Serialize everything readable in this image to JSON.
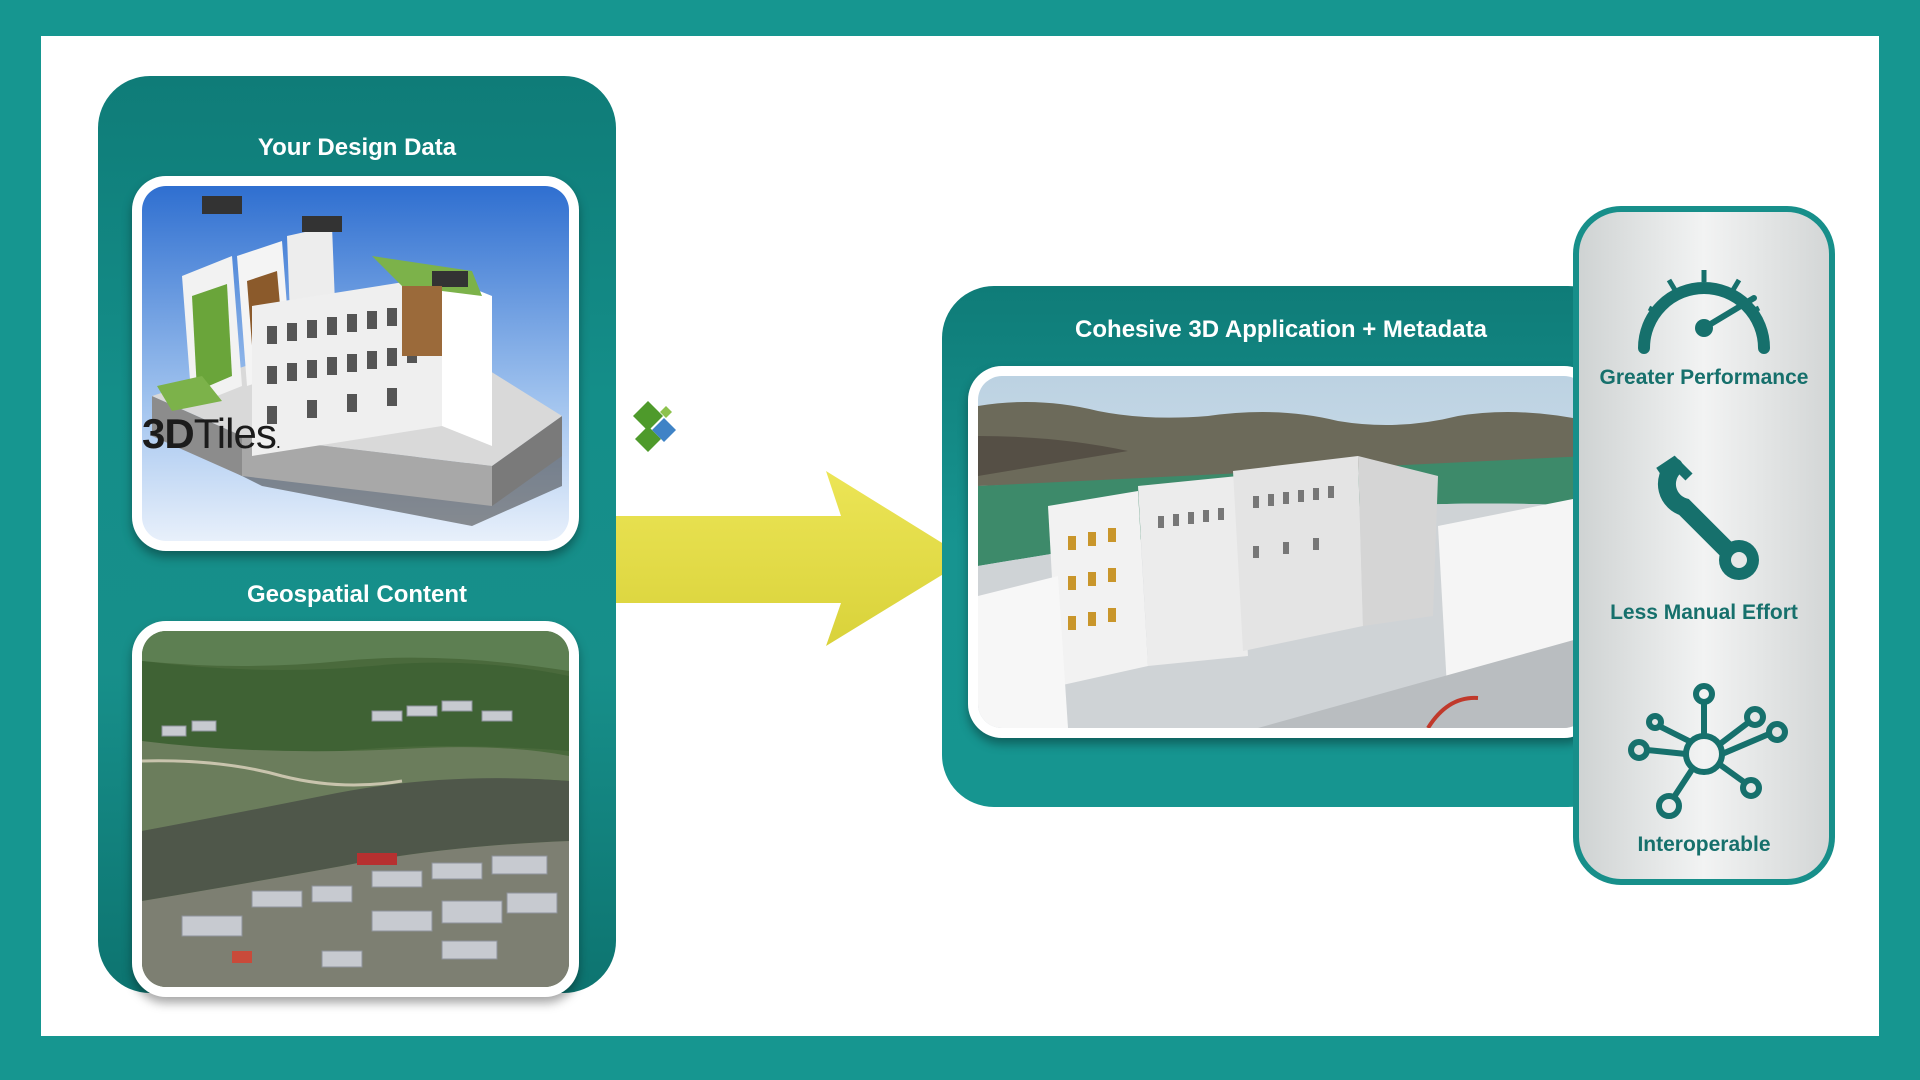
{
  "left_panel": {
    "design_heading": "Your Design Data",
    "geo_heading": "Geospatial Content"
  },
  "logo": {
    "text_bold": "3D",
    "text_light": "Tiles",
    "registered_mark": "."
  },
  "right_panel": {
    "heading": "Cohesive 3D Application + Metadata"
  },
  "benefits": [
    {
      "label": "Greater Performance",
      "icon": "speedometer-icon"
    },
    {
      "label": "Less Manual Effort",
      "icon": "wrench-icon"
    },
    {
      "label": "Interoperable",
      "icon": "network-hub-icon"
    }
  ],
  "colors": {
    "teal": "#169690",
    "dark_teal": "#0f7c78",
    "arrow_yellow": "#e6df48",
    "logo_green": "#4e9a2b",
    "logo_blue": "#3f83c6",
    "benefit_text": "#16706c"
  }
}
